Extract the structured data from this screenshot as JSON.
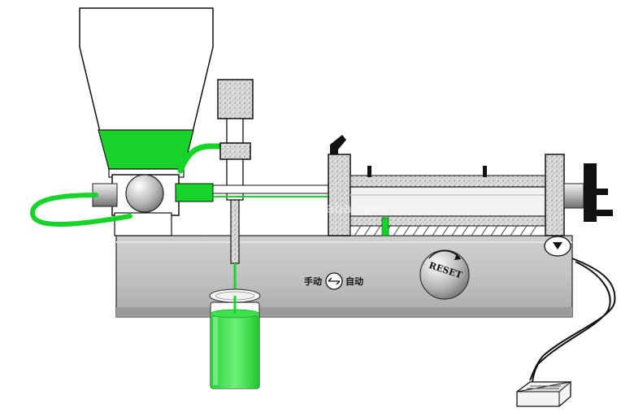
{
  "panel": {
    "manual_label": "手动",
    "auto_label": "自动",
    "reset_label": "RESET"
  },
  "watermark": "hnys.en.alibaba.com",
  "colors": {
    "liquid": "#18d42a",
    "body_gray": "#b8b8b8",
    "outline": "#111111",
    "speckle": "#d8d8d8"
  },
  "icons": {
    "mode_switch": "arrow-switch-icon",
    "foot_pedal": "foot-pedal-icon",
    "indicator": "triangle-down-icon"
  }
}
